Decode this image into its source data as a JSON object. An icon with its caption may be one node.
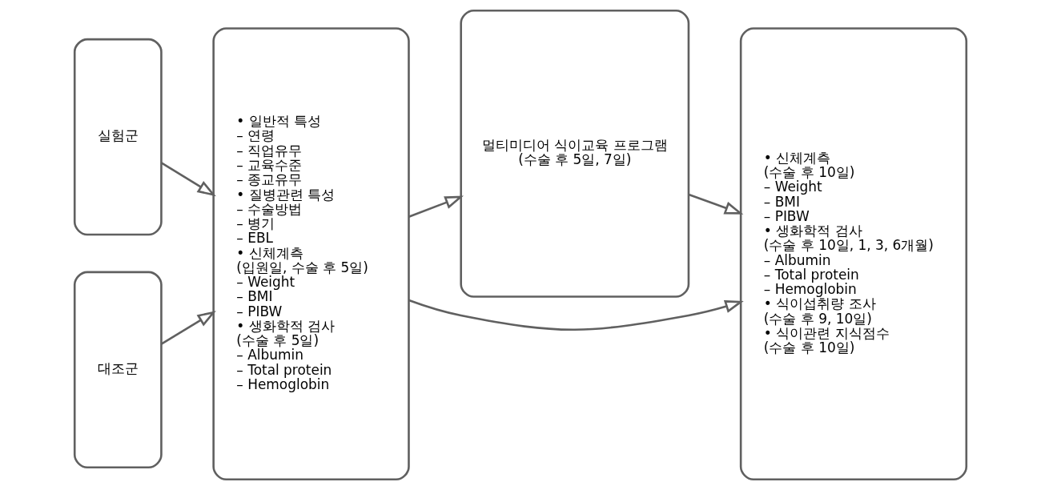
{
  "diagram": {
    "nodes": [
      {
        "text": [
          "실험군"
        ]
      },
      {
        "text": [
          "대조군"
        ]
      },
      {
        "text": [
          "• 일반적 특성",
          "– 연령",
          "– 직업유무",
          "– 교육수준",
          "– 종교유무",
          "• 질병관련 특성",
          "– 수술방법",
          "– 병기",
          "– EBL",
          "• 신체계측",
          "(입원일, 수술 후 5일)",
          "– Weight",
          "– BMI",
          "– PIBW",
          "• 생화학적 검사",
          "(수술 후 5일)",
          "– Albumin",
          "– Total protein",
          "– Hemoglobin"
        ]
      },
      {
        "text": [
          "멀티미디어 식이교육 프로그램",
          "(수술 후 5일, 7일)"
        ]
      },
      {
        "text": [
          "• 신체계측",
          "(수술 후 10일)",
          "– Weight",
          "– BMI",
          "– PIBW",
          "• 생화학적 검사",
          "(수술 후 10일, 1, 3, 6개월)",
          "– Albumin",
          "– Total protein",
          "– Hemoglobin",
          "• 식이섭취량 조사",
          "(수술 후 9, 10일)",
          "• 식이관련 지식점수",
          "(수술 후 10일)"
        ]
      }
    ],
    "edges": [
      {
        "from": 0,
        "to": 2,
        "arrow": "to"
      },
      {
        "from": 1,
        "to": 2,
        "arrow": "to"
      },
      {
        "from": 2,
        "to": 3,
        "arrow": "to"
      },
      {
        "from": 3,
        "to": 4,
        "arrow": "to"
      },
      {
        "from": 2,
        "to": 4,
        "arrow": "to"
      }
    ]
  }
}
